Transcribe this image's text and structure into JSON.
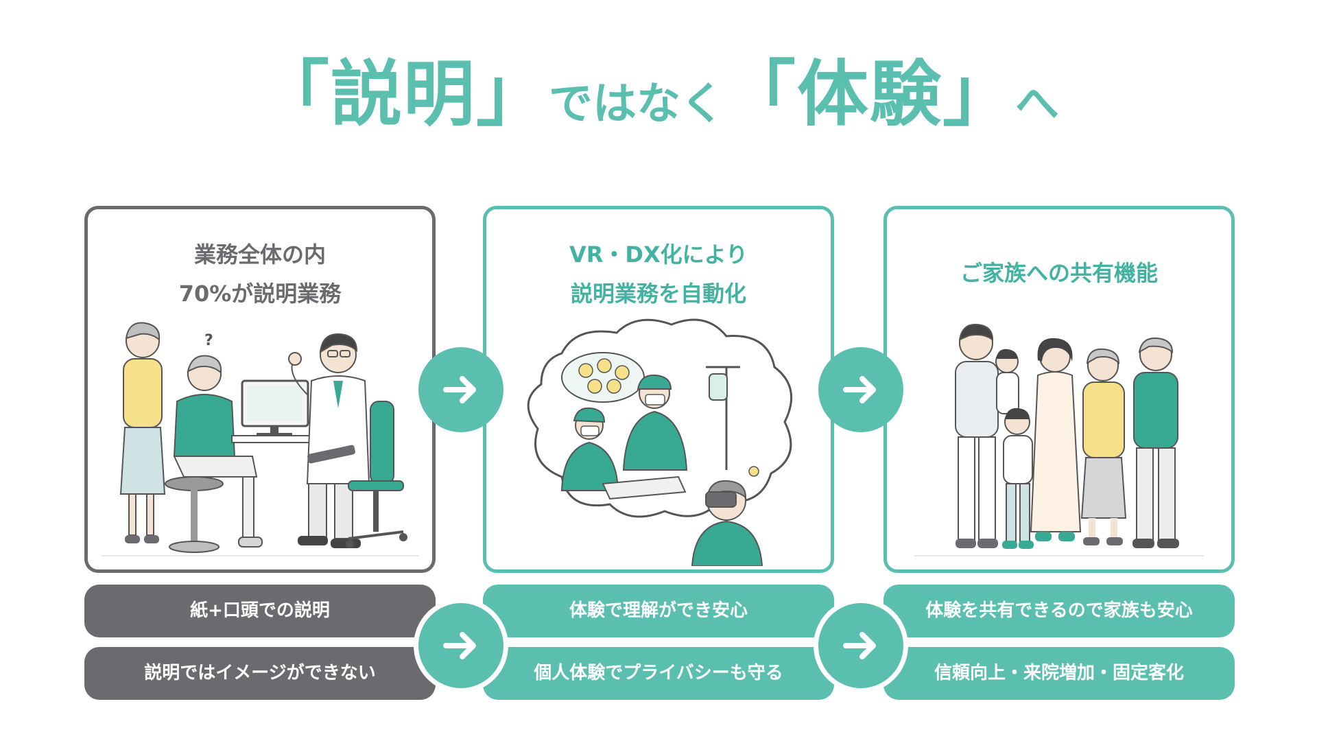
{
  "headline": {
    "open1": "「",
    "word1": "説明",
    "close1": "」",
    "middle": "ではなく",
    "open2": "「",
    "word2": "体験",
    "close2": "」",
    "end": "へ"
  },
  "cards": [
    {
      "lines": [
        "業務全体の内",
        "70%が説明業務"
      ]
    },
    {
      "lines": [
        "VR・DX化により",
        "説明業務を自動化"
      ]
    },
    {
      "lines": [
        "ご家族への共有機能"
      ]
    }
  ],
  "pills": [
    [
      "紙+口頭での説明",
      "説明ではイメージができない"
    ],
    [
      "体験で理解ができ安心",
      "個人体験でプライバシーも守る"
    ],
    [
      "体験を共有できるので家族も安心",
      "信頼向上・来院増加・固定客化"
    ]
  ],
  "illustration_marks": {
    "question": "?"
  },
  "colors": {
    "teal": "#5bbfb0",
    "gray": "#6b6b6f"
  },
  "icons": [
    "arrow-right-icon"
  ]
}
